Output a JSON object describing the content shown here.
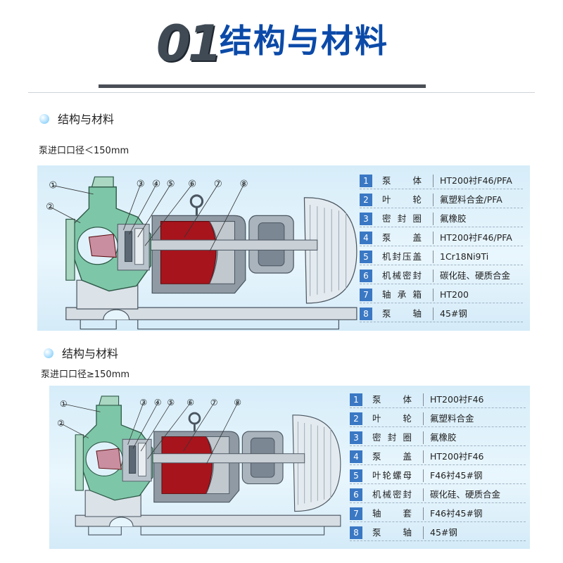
{
  "header": {
    "number": "01",
    "title": "结构与材料"
  },
  "sections": [
    {
      "title": "结构与材料",
      "subtitle": "泵进口口径＜150mm",
      "callouts": [
        "①",
        "②",
        "③",
        "④",
        "⑤",
        "⑥",
        "⑦",
        "⑧"
      ],
      "parts": [
        {
          "num": "1",
          "name": "泵体",
          "material": "HT200衬F46/PFA"
        },
        {
          "num": "2",
          "name": "叶轮",
          "material": "氟塑料合金/PFA"
        },
        {
          "num": "3",
          "name": "密封圈",
          "material": "氟橡胶"
        },
        {
          "num": "4",
          "name": "泵盖",
          "material": "HT200衬F46/PFA"
        },
        {
          "num": "5",
          "name": "机封压盖",
          "material": "1Cr18Ni9Ti"
        },
        {
          "num": "6",
          "name": "机械密封",
          "material": "碳化硅、硬质合金"
        },
        {
          "num": "7",
          "name": "轴承箱",
          "material": "HT200"
        },
        {
          "num": "8",
          "name": "泵轴",
          "material": "45#钢"
        }
      ]
    },
    {
      "title": "结构与材料",
      "subtitle": "泵进口口径≥150mm",
      "callouts": [
        "①",
        "②",
        "③",
        "④",
        "⑤",
        "⑥",
        "⑦",
        "⑧"
      ],
      "parts": [
        {
          "num": "1",
          "name": "泵体",
          "material": "HT200衬F46"
        },
        {
          "num": "2",
          "name": "叶轮",
          "material": "氟塑料合金"
        },
        {
          "num": "3",
          "name": "密封圈",
          "material": "氟橡胶"
        },
        {
          "num": "4",
          "name": "泵盖",
          "material": "HT200衬F46"
        },
        {
          "num": "5",
          "name": "叶轮螺母",
          "material": "F46衬45#钢"
        },
        {
          "num": "6",
          "name": "机械密封",
          "material": "碳化硅、硬质合金"
        },
        {
          "num": "7",
          "name": "轴套",
          "material": "F46衬45#钢"
        },
        {
          "num": "8",
          "name": "泵轴",
          "material": "45#钢"
        }
      ]
    }
  ],
  "colors": {
    "title_blue": "#0b4aa8",
    "badge_blue": "#3a78c4",
    "panel_blue": "#d6edf9",
    "impeller_red": "#a8141c",
    "casing_green": "#7ec6a8",
    "bearing_grey": "#8f9aa4"
  }
}
